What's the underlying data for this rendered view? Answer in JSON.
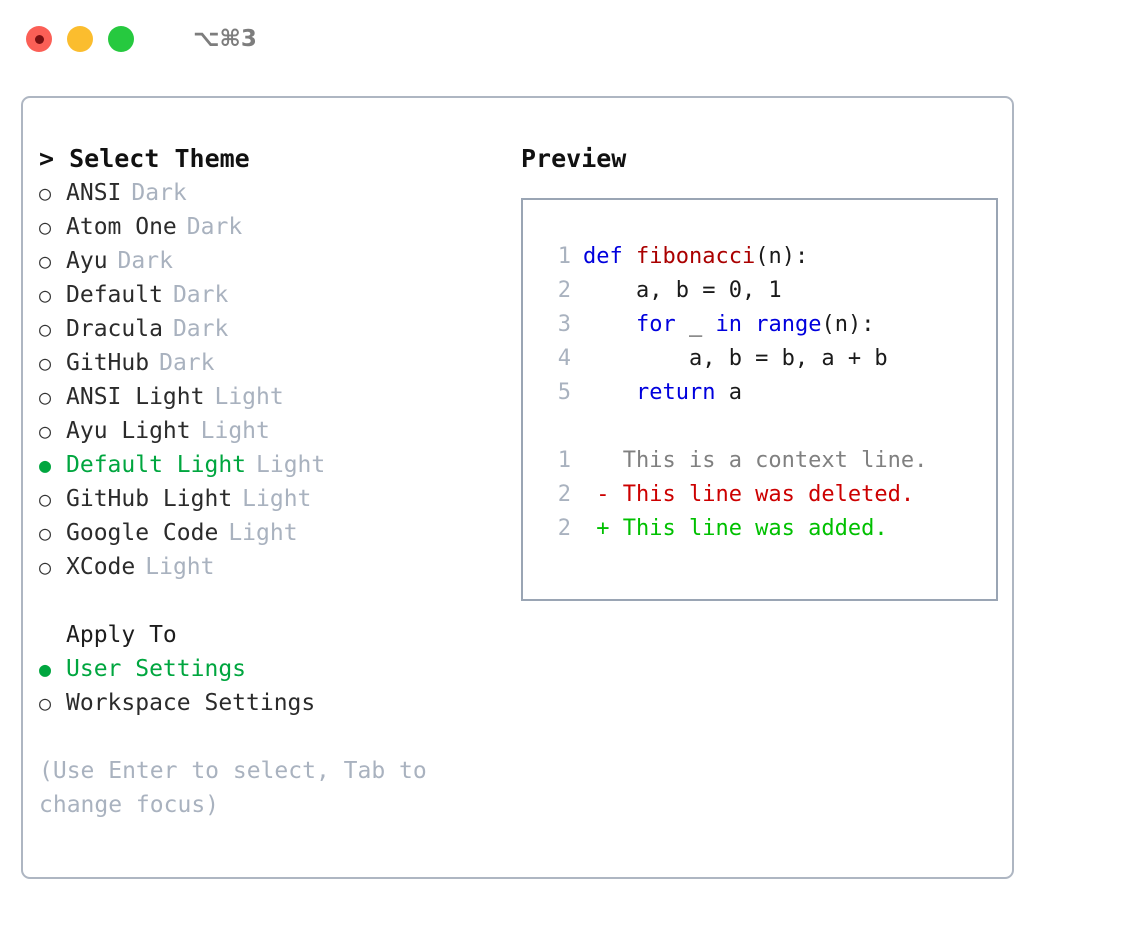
{
  "titlebar": {
    "shortcut": "⌥⌘3",
    "buttons": [
      {
        "name": "close",
        "color": "#fb5f56"
      },
      {
        "name": "minimize",
        "color": "#fbbd2e"
      },
      {
        "name": "maximize",
        "color": "#26c93f"
      }
    ]
  },
  "theme_panel": {
    "heading": "> Select Theme",
    "bullet_unselected": "○",
    "bullet_selected": "●",
    "items": [
      {
        "name": "ANSI",
        "category": "Dark",
        "selected": false
      },
      {
        "name": "Atom One",
        "category": "Dark",
        "selected": false
      },
      {
        "name": "Ayu",
        "category": "Dark",
        "selected": false
      },
      {
        "name": "Default",
        "category": "Dark",
        "selected": false
      },
      {
        "name": "Dracula",
        "category": "Dark",
        "selected": false
      },
      {
        "name": "GitHub",
        "category": "Dark",
        "selected": false
      },
      {
        "name": "ANSI Light",
        "category": "Light",
        "selected": false
      },
      {
        "name": "Ayu Light",
        "category": "Light",
        "selected": false
      },
      {
        "name": "Default Light",
        "category": "Light",
        "selected": true
      },
      {
        "name": "GitHub Light",
        "category": "Light",
        "selected": false
      },
      {
        "name": "Google Code",
        "category": "Light",
        "selected": false
      },
      {
        "name": "XCode",
        "category": "Light",
        "selected": false
      }
    ]
  },
  "apply_to": {
    "heading": "Apply To",
    "options": [
      {
        "label": "User Settings",
        "selected": true
      },
      {
        "label": "Workspace Settings",
        "selected": false
      }
    ]
  },
  "hint": "(Use Enter to select, Tab to change focus)",
  "preview": {
    "title": "Preview",
    "code_lines": [
      {
        "no": "1",
        "segments": [
          {
            "t": "def ",
            "c": "kw"
          },
          {
            "t": "fibonacci",
            "c": "fn"
          },
          {
            "t": "(n):",
            "c": "code-text"
          }
        ]
      },
      {
        "no": "2",
        "segments": [
          {
            "t": "    a, b = 0, 1",
            "c": "code-text"
          }
        ]
      },
      {
        "no": "3",
        "segments": [
          {
            "t": "    ",
            "c": "code-text"
          },
          {
            "t": "for",
            "c": "kw"
          },
          {
            "t": " _ ",
            "c": "code-text"
          },
          {
            "t": "in",
            "c": "kw"
          },
          {
            "t": " ",
            "c": "code-text"
          },
          {
            "t": "range",
            "c": "kw"
          },
          {
            "t": "(n):",
            "c": "code-text"
          }
        ]
      },
      {
        "no": "4",
        "segments": [
          {
            "t": "        a, b = b, a + b",
            "c": "code-text"
          }
        ]
      },
      {
        "no": "5",
        "segments": [
          {
            "t": "    ",
            "c": "code-text"
          },
          {
            "t": "return",
            "c": "kw"
          },
          {
            "t": " a",
            "c": "code-text"
          }
        ]
      }
    ],
    "diff_lines": [
      {
        "no": "1",
        "segments": [
          {
            "t": "   This is a context line.",
            "c": "ctx"
          }
        ]
      },
      {
        "no": "2",
        "segments": [
          {
            "t": " - This line was deleted.",
            "c": "del"
          }
        ]
      },
      {
        "no": "2",
        "segments": [
          {
            "t": " + This line was added.",
            "c": "add"
          }
        ]
      }
    ]
  },
  "colors": {
    "accent_green": "#00a63f",
    "muted": "#a9b2bf",
    "keyword_blue": "#0000dd",
    "function_red": "#aa0000",
    "diff_deleted": "#cc0000",
    "diff_added": "#00c000",
    "border": "#aeb6c2"
  }
}
